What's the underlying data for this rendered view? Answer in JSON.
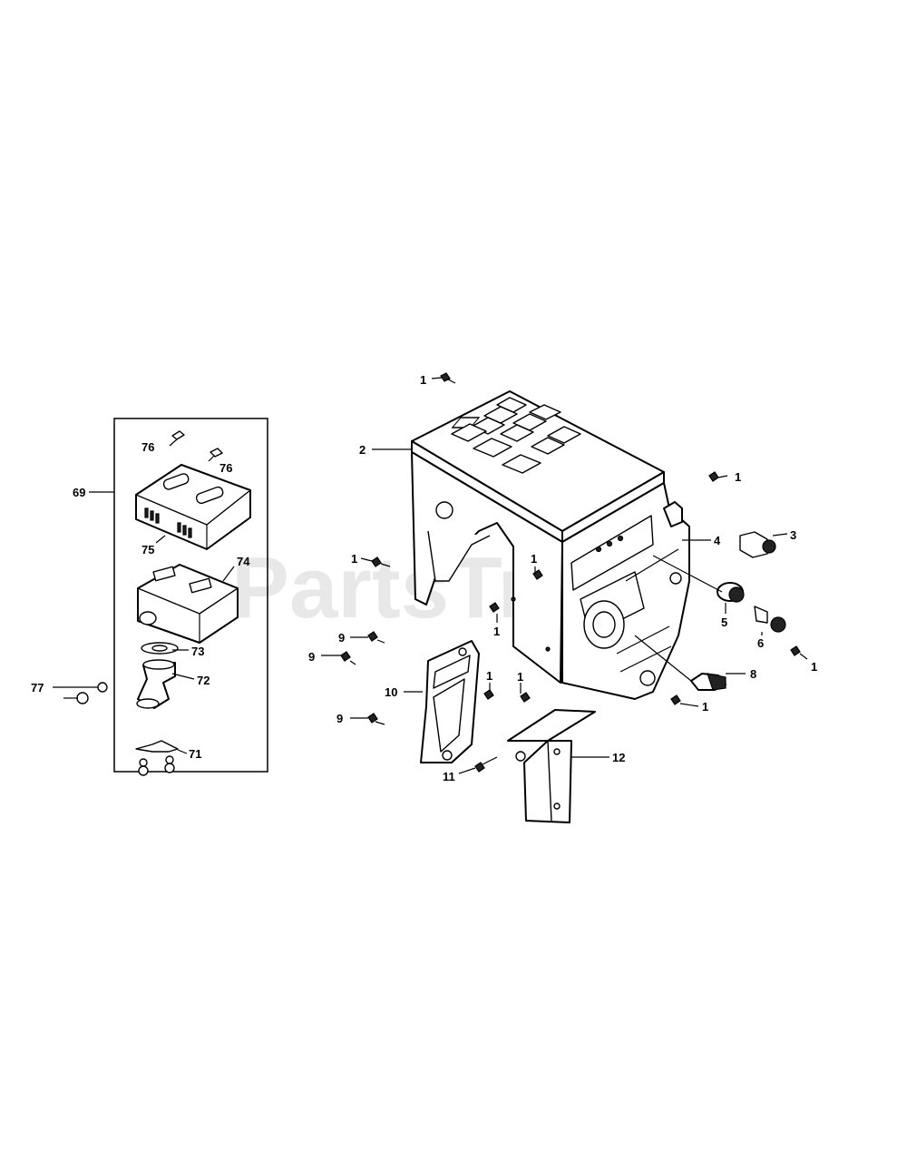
{
  "watermark": "PartsTree",
  "callouts": [
    {
      "id": "c1a",
      "label": "1"
    },
    {
      "id": "c2",
      "label": "2"
    },
    {
      "id": "c1b",
      "label": "1"
    },
    {
      "id": "c4",
      "label": "4"
    },
    {
      "id": "c3",
      "label": "3"
    },
    {
      "id": "c1c",
      "label": "1"
    },
    {
      "id": "c1d",
      "label": "1"
    },
    {
      "id": "c1e",
      "label": "1"
    },
    {
      "id": "c5",
      "label": "5"
    },
    {
      "id": "c6",
      "label": "6"
    },
    {
      "id": "c1f",
      "label": "1"
    },
    {
      "id": "c8",
      "label": "8"
    },
    {
      "id": "c1g",
      "label": "1"
    },
    {
      "id": "c9a",
      "label": "9"
    },
    {
      "id": "c9b",
      "label": "9"
    },
    {
      "id": "c10",
      "label": "10"
    },
    {
      "id": "c1h",
      "label": "1"
    },
    {
      "id": "c1i",
      "label": "1"
    },
    {
      "id": "c9c",
      "label": "9"
    },
    {
      "id": "c11",
      "label": "11"
    },
    {
      "id": "c12",
      "label": "12"
    },
    {
      "id": "c76a",
      "label": "76"
    },
    {
      "id": "c76b",
      "label": "76"
    },
    {
      "id": "c69",
      "label": "69"
    },
    {
      "id": "c75",
      "label": "75"
    },
    {
      "id": "c74",
      "label": "74"
    },
    {
      "id": "c73",
      "label": "73"
    },
    {
      "id": "c72",
      "label": "72"
    },
    {
      "id": "c77",
      "label": "77"
    },
    {
      "id": "c71",
      "label": "71"
    }
  ]
}
